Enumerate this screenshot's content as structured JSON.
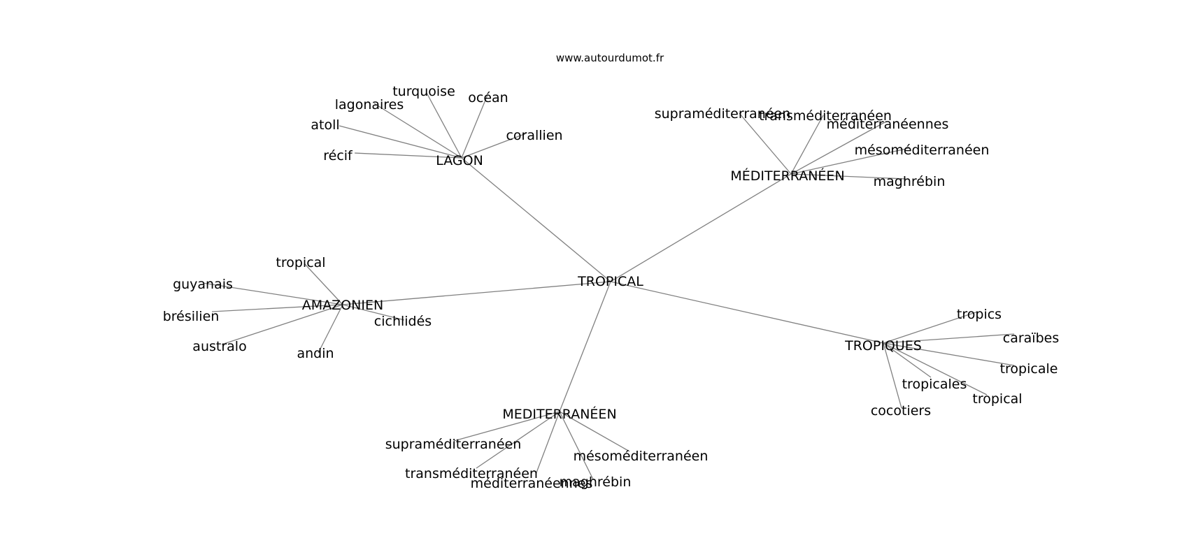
{
  "watermark": "www.autourdumot.fr",
  "colors": {
    "edge": "#808080",
    "text": "#000000",
    "background": "#ffffff"
  },
  "graph": {
    "center": "TROPICAL",
    "clusters": [
      {
        "hub": "LAGON",
        "leaves": [
          "turquoise",
          "océan",
          "lagonaires",
          "atoll",
          "corallien",
          "récif"
        ]
      },
      {
        "hub": "MÉDITERRANÉEN",
        "leaves": [
          "supraméditerranéen",
          "transméditerranéen",
          "méditerranéennes",
          "mésoméditerranéen",
          "maghrébin"
        ]
      },
      {
        "hub": "AMAZONIEN",
        "leaves": [
          "tropical",
          "guyanais",
          "brésilien",
          "cichlidés",
          "australo",
          "andin"
        ]
      },
      {
        "hub": "TROPIQUES",
        "leaves": [
          "tropics",
          "caraïbes",
          "tropicale",
          "tropicales",
          "tropical",
          "cocotiers"
        ]
      },
      {
        "hub": "MEDITERRANÉEN",
        "leaves": [
          "supraméditerranéen",
          "mésoméditerranéen",
          "transméditerranéen",
          "méditerranéennes",
          "maghrébin"
        ]
      }
    ]
  }
}
